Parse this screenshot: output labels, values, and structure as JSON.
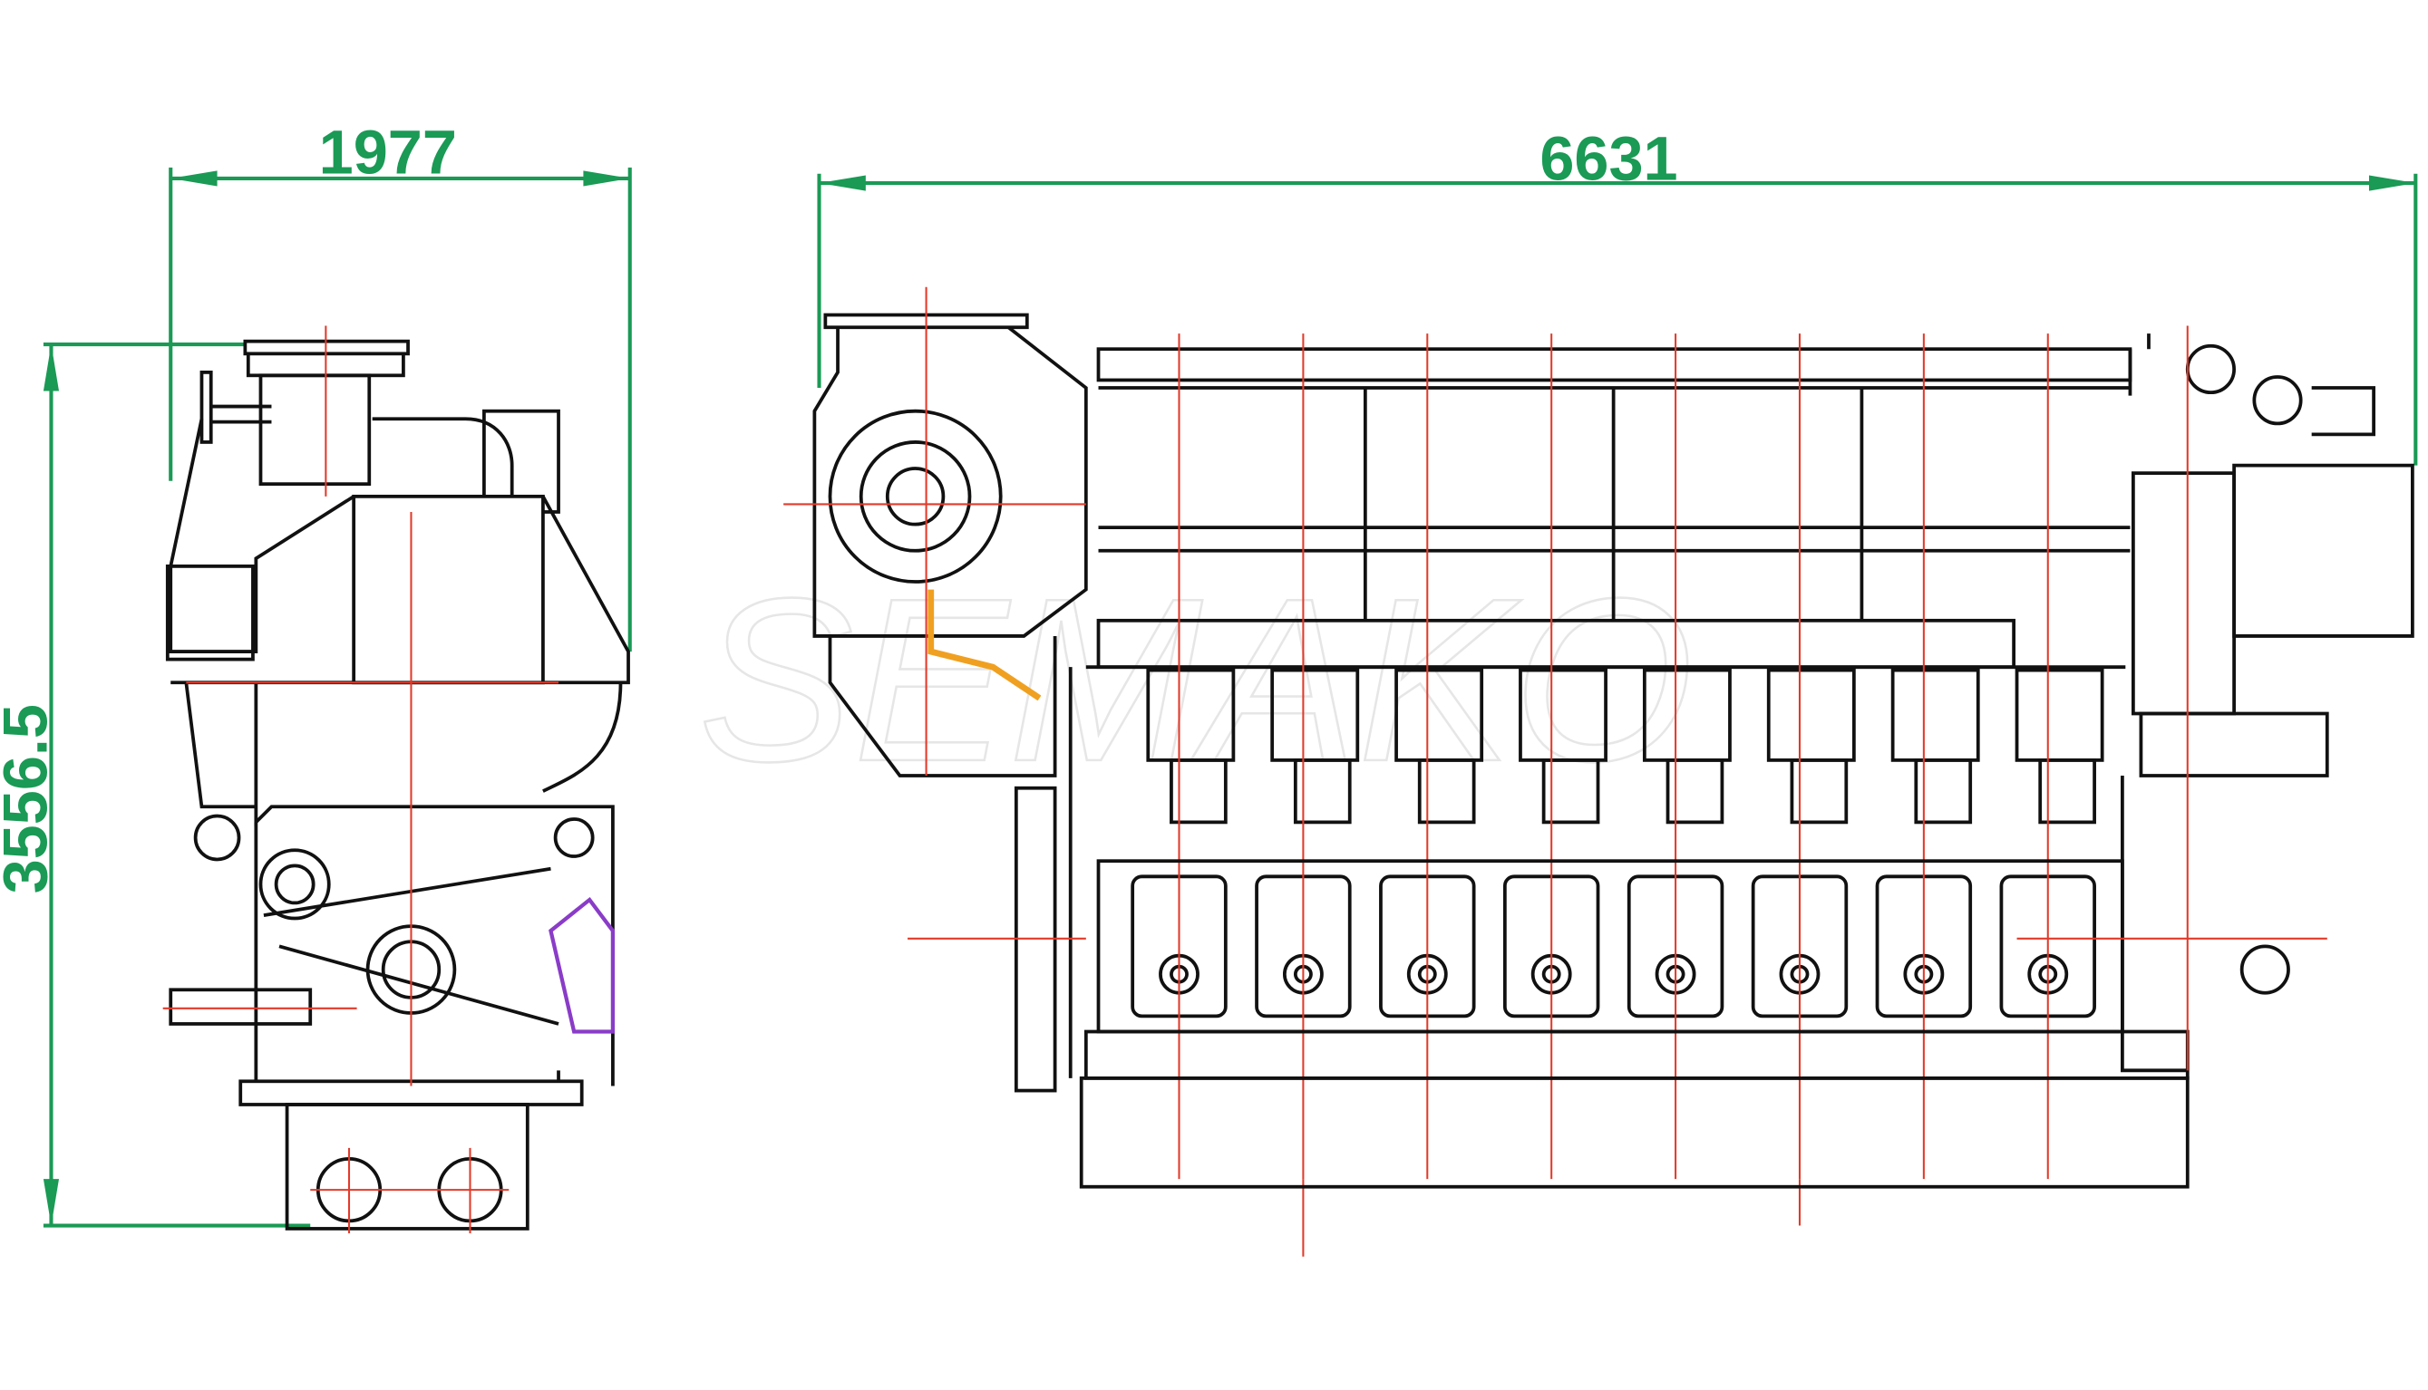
{
  "drawing": {
    "dimensions": {
      "front_width": "1977",
      "overall_length": "6631",
      "overall_height": "3556.5"
    },
    "watermark": "SEMAKO",
    "colors": {
      "dimension": "#1a9a55",
      "centerline": "#e23a2a",
      "outline": "#111111",
      "pipe_accent": "#f0a020",
      "valve_accent": "#8a3cc8"
    },
    "side_view_cylinders": 8
  }
}
